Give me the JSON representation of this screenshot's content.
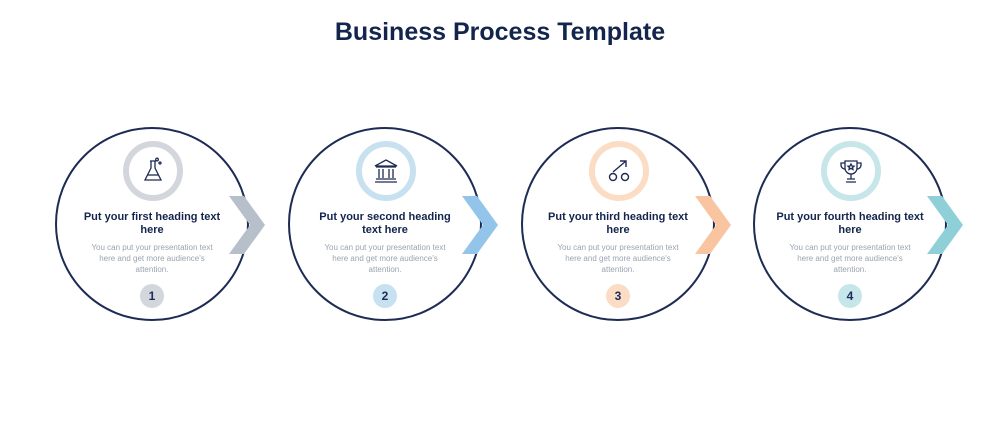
{
  "title": "Business Process Template",
  "steps": [
    {
      "heading": "Put your first heading text here",
      "desc": "You can put your presentation text here and get more audience's attention.",
      "number": "1",
      "icon": "flask-icon",
      "color": "#d3d7dd"
    },
    {
      "heading": "Put your second heading text here",
      "desc": "You can put your presentation text here and get more audience's attention.",
      "number": "2",
      "icon": "bank-icon",
      "color": "#c8e1f1"
    },
    {
      "heading": "Put your third heading text here",
      "desc": "You can put your presentation text here and get more audience's attention.",
      "number": "3",
      "icon": "percent-icon",
      "color": "#fbdcc4"
    },
    {
      "heading": "Put your fourth heading text here",
      "desc": "You can put your presentation text here and get more audience's attention.",
      "number": "4",
      "icon": "trophy-icon",
      "color": "#c6e6ea"
    }
  ],
  "chevron_colors": [
    "#b6bfca",
    "#93c5ea",
    "#f8c5a0",
    "#8fd0d8"
  ],
  "watermark_id": "559715672"
}
